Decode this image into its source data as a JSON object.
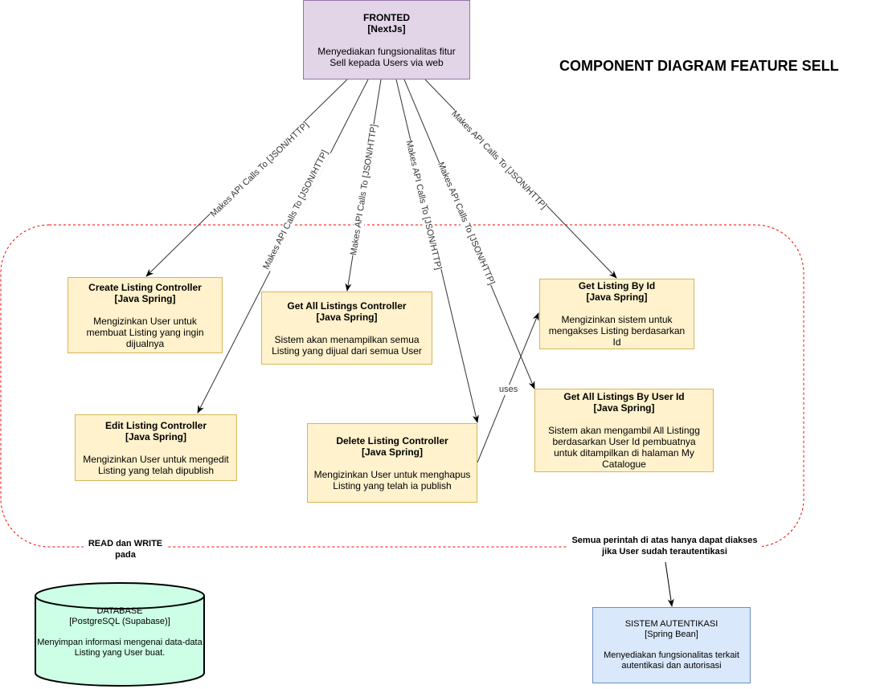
{
  "title": "COMPONENT DIAGRAM FEATURE SELL",
  "frontend": {
    "name": "FRONTED",
    "tech": "[NextJs]",
    "desc": "Menyediakan fungsionalitas fitur Sell kepada Users via web"
  },
  "components": {
    "create": {
      "name": "Create Listing Controller",
      "tech": "[Java Spring]",
      "desc": "Mengizinkan User untuk membuat Listing yang ingin dijualnya"
    },
    "get_all": {
      "name": "Get All Listings Controller",
      "tech": "[Java Spring]",
      "desc": "Sistem akan menampilkan semua Listing yang dijual dari semua User"
    },
    "get_by_id": {
      "name": "Get Listing By Id",
      "tech": "[Java Spring]",
      "desc": "Mengizinkan sistem untuk mengakses Listing berdasarkan Id"
    },
    "edit": {
      "name": "Edit Listing Controller",
      "tech": "[Java Spring]",
      "desc": "Mengizinkan User untuk mengedit Listing yang telah dipublish"
    },
    "delete": {
      "name": "Delete Listing Controller",
      "tech": "[Java Spring]",
      "desc": "Mengizinkan User untuk menghapus Listing yang telah ia publish"
    },
    "get_by_user": {
      "name": "Get All Listings By User Id",
      "tech": "[Java Spring]",
      "desc": "Sistem akan mengambil All Listingg berdasarkan User Id pembuatnya untuk ditampilkan di halaman My Catalogue"
    }
  },
  "database": {
    "name": "DATABASE",
    "tech": "[PostgreSQL (Supabase)]",
    "desc": "Menyimpan informasi mengenai data-data Listing yang User buat."
  },
  "auth": {
    "name": "SISTEM AUTENTIKASI",
    "tech": "[Spring Bean]",
    "desc": "Menyediakan fungsionalitas terkait autentikasi dan autorisasi"
  },
  "edge_labels": {
    "api": "Makes API Calls To [JSON/HTTP]",
    "uses": "uses"
  },
  "notes": {
    "read_write": "READ dan WRITE pada",
    "auth_note": "Semua perintah di atas hanya dapat diakses jika User sudah terautentikasi"
  },
  "colors": {
    "component_fill": "#fff2cc",
    "component_border": "#d6b656",
    "frontend_fill": "#e1d5e7",
    "frontend_border": "#9673a6",
    "database_fill": "#ccffe6",
    "auth_fill": "#dae8fc",
    "auth_border": "#6c8ebf",
    "boundary": "#ff0000"
  }
}
